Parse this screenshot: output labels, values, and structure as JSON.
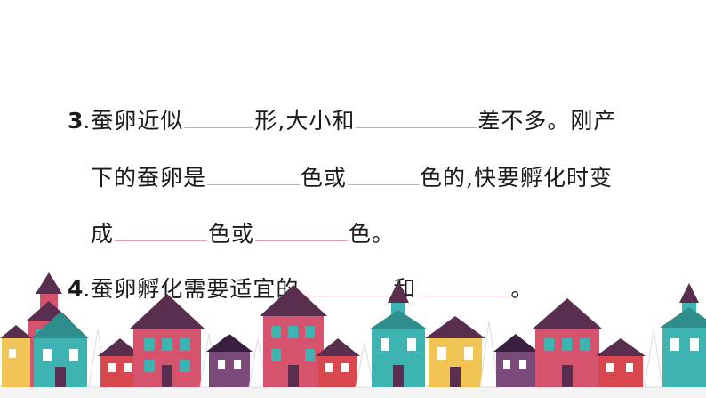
{
  "questions": [
    {
      "number": "3",
      "dot": ".",
      "parts": [
        "蚕卵近似",
        "形,大小和",
        "差不多。刚产"
      ]
    },
    {
      "parts": [
        "下的蚕卵是",
        "色或",
        "色的,快要孵化时变"
      ]
    },
    {
      "parts": [
        "成",
        "色或",
        "色。"
      ]
    },
    {
      "number": "4",
      "dot": ".",
      "parts": [
        "蚕卵孵化需要适宜的",
        "和",
        "。"
      ]
    }
  ],
  "colors": {
    "blank_line": "#e49ab0",
    "house_pink": "#d6536d",
    "house_teal": "#3db4b1",
    "house_yellow": "#f1c555",
    "house_purple": "#7a4b7a",
    "house_red": "#d9474f",
    "roof_dark": "#5a2e4f"
  },
  "decoration": "house-row-illustration"
}
